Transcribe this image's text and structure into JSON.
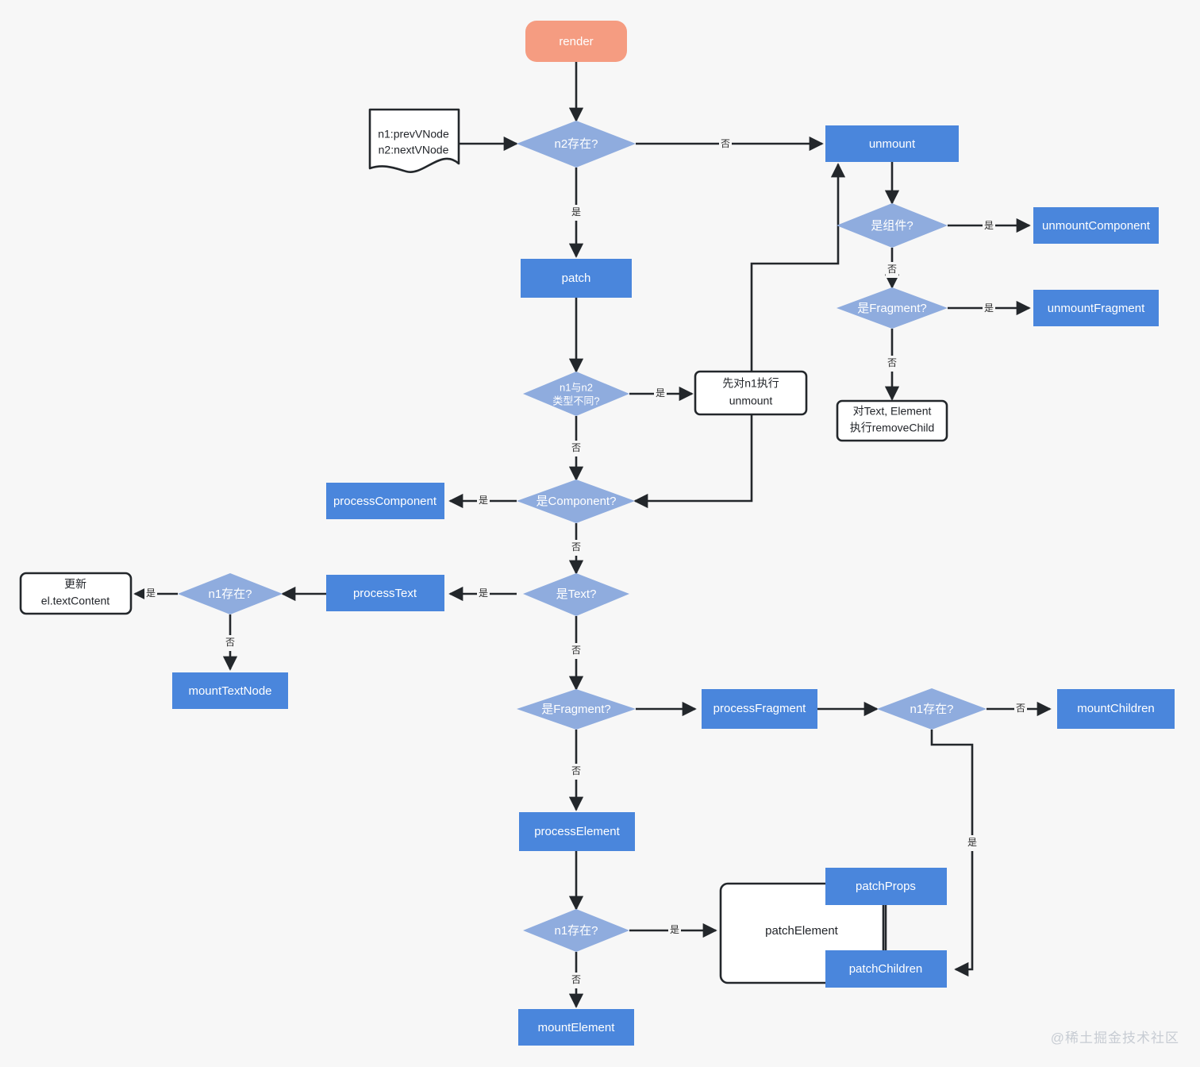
{
  "diagram": {
    "title": "Vue render / patch flowchart",
    "background": "#f7f7f7",
    "colors": {
      "start_fill": "#F59C81",
      "process_fill": "#4A86DC",
      "decision_fill": "#8FACDE",
      "note_fill": "#FFFFFF",
      "note_stroke": "#23272b",
      "edge": "#23272b",
      "node_text": "#FFFFFF",
      "note_text": "#22252a",
      "watermark": "#c7ccd3"
    },
    "labels": {
      "yes": "是",
      "no": "否"
    },
    "watermark": "@稀土掘金技术社区"
  },
  "nodes": {
    "render": "render",
    "note_vnodes_line1": "n1:prevVNode",
    "note_vnodes_line2": "n2:nextVNode",
    "d_n2_exists": "n2存在?",
    "unmount": "unmount",
    "d_is_component_unmount": "是组件?",
    "unmountComponent": "unmountComponent",
    "d_is_fragment_unmount": "是Fragment?",
    "unmountFragment": "unmountFragment",
    "note_removechild_line1": "对Text, Element",
    "note_removechild_line2": "执行removeChild",
    "patch": "patch",
    "d_type_diff_line1": "n1与n2",
    "d_type_diff_line2": "类型不同?",
    "note_unmount_n1_line1": "先对n1执行",
    "note_unmount_n1_line2": "unmount",
    "d_is_component": "是Component?",
    "processComponent": "processComponent",
    "d_is_text": "是Text?",
    "processText": "processText",
    "d_n1_exists_text": "n1存在?",
    "note_update_text_line1": "更新",
    "note_update_text_line2": "el.textContent",
    "mountTextNode": "mountTextNode",
    "d_is_fragment": "是Fragment?",
    "processFragment": "processFragment",
    "d_n1_exists_fragment": "n1存在?",
    "mountChildren": "mountChildren",
    "processElement": "processElement",
    "d_n1_exists_element": "n1存在?",
    "patchElement": "patchElement",
    "patchProps": "patchProps",
    "patchChildren": "patchChildren",
    "mountElement": "mountElement"
  },
  "edge_labels": {
    "n2_exists_no": "否",
    "n2_exists_yes": "是",
    "is_component_unmount_yes": "是",
    "is_component_unmount_no": "否",
    "is_fragment_unmount_yes": "是",
    "is_fragment_unmount_no": "否",
    "type_diff_yes": "是",
    "type_diff_no": "否",
    "is_component_yes": "是",
    "is_component_no": "否",
    "is_text_yes": "是",
    "is_text_no": "否",
    "n1_exists_text_yes": "是",
    "n1_exists_text_no": "否",
    "is_fragment_no": "否",
    "n1_exists_fragment_no": "否",
    "n1_exists_fragment_yes": "是",
    "n1_exists_element_yes": "是",
    "n1_exists_element_no": "否"
  }
}
